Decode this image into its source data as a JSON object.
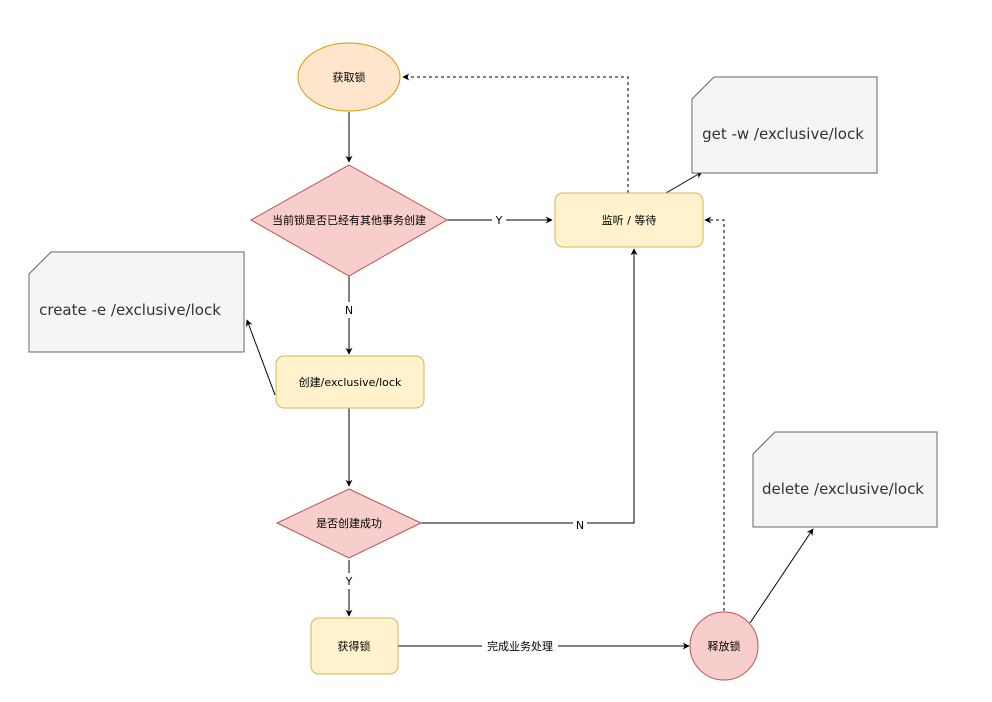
{
  "nodes": {
    "acquire_lock": "获取锁",
    "check_exists": "当前锁是否已经有其他事务创建",
    "listen_wait": "监听 / 等待",
    "create_lock": "创建/exclusive/lock",
    "check_success": "是否创建成功",
    "got_lock": "获得锁",
    "release_lock": "释放锁"
  },
  "notes": {
    "get_watch": "get  -w  /exclusive/lock",
    "create_cmd": "create  -e  /exclusive/lock",
    "delete_cmd": "delete   /exclusive/lock"
  },
  "edges": {
    "yes_to_listen": "Y",
    "no_to_create": "N",
    "no_to_listen": "N",
    "yes_to_got": "Y",
    "finish_business": "完成业务处理"
  },
  "colors": {
    "ellipse_fill": "#ffe6cc",
    "ellipse_stroke": "#d79b00",
    "diamond_fill": "#f8cecc",
    "diamond_stroke": "#b85450",
    "process_fill": "#fff2cc",
    "process_stroke": "#d6b656",
    "note_fill": "#f5f5f5",
    "note_stroke": "#666666",
    "edge": "#000000"
  }
}
